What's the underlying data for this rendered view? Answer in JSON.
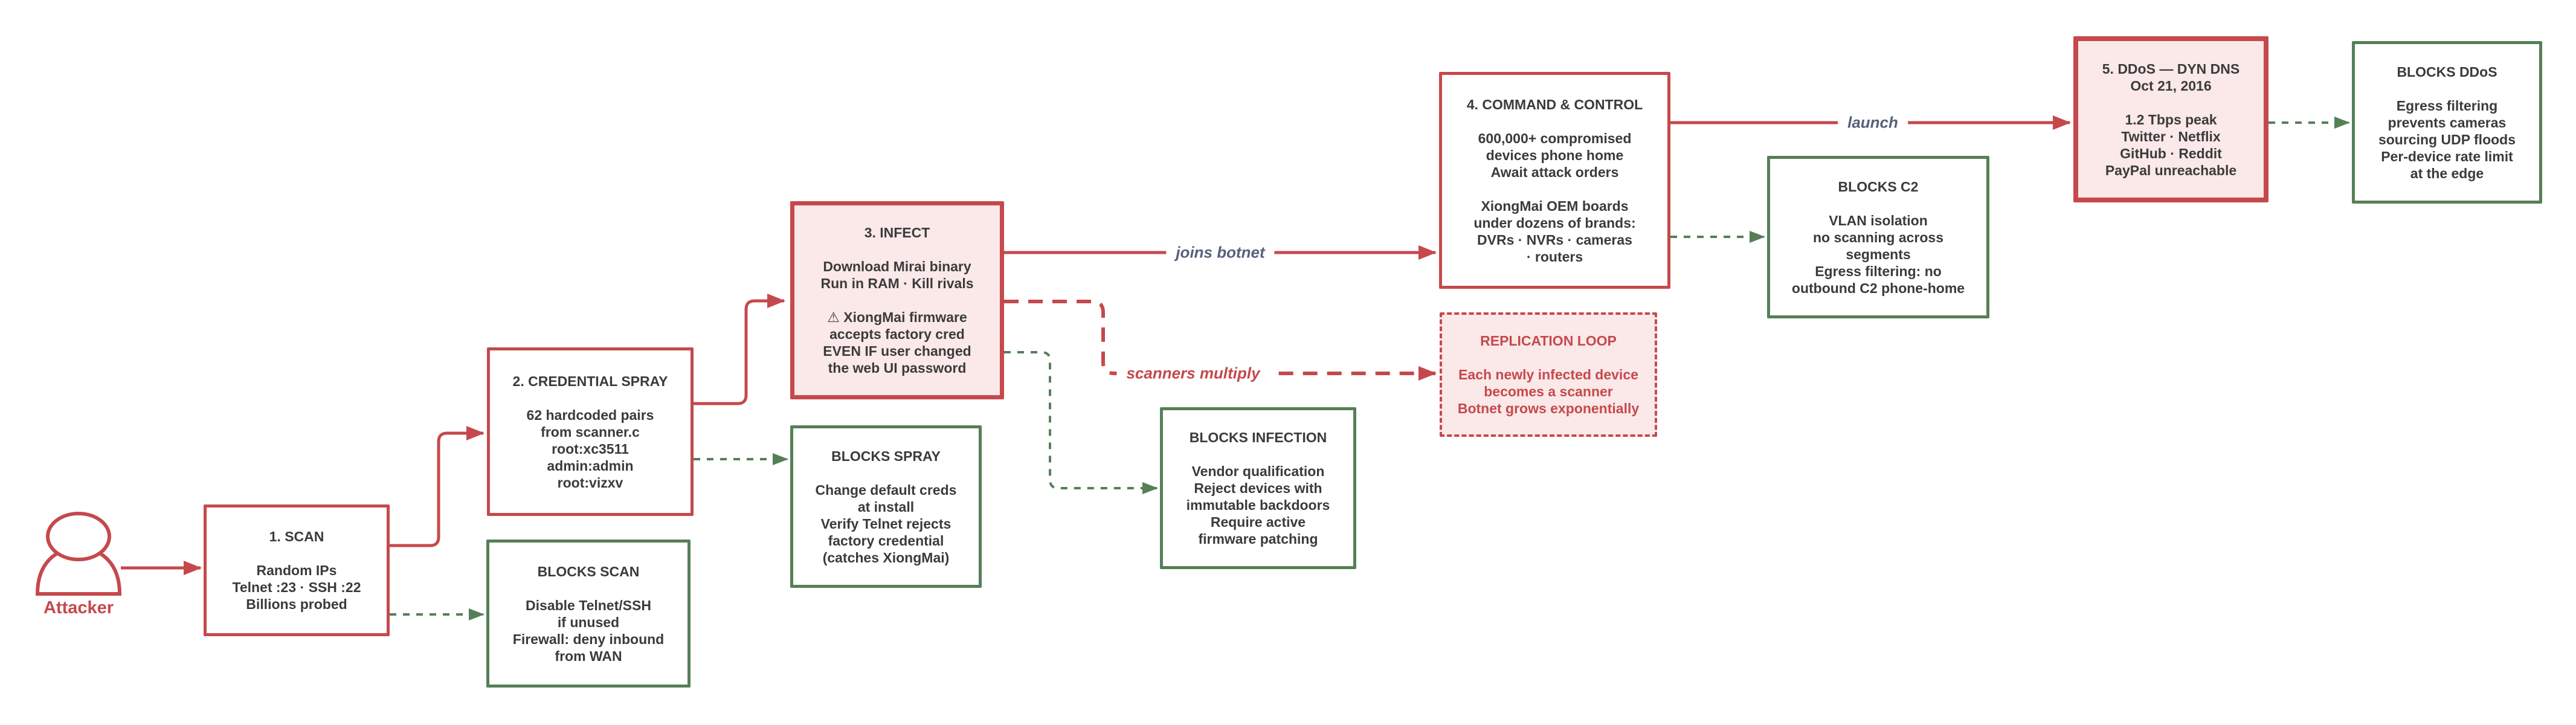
{
  "actor": {
    "label": "Attacker"
  },
  "nodes": {
    "scan": {
      "title": "1. SCAN",
      "body": "Random IPs\nTelnet :23 · SSH :22\nBillions probed"
    },
    "blocks_scan": {
      "title": "BLOCKS SCAN",
      "body": "Disable Telnet/SSH\nif unused\nFirewall: deny inbound\nfrom WAN"
    },
    "credential_spray": {
      "title": "2. CREDENTIAL SPRAY",
      "body": "62 hardcoded pairs\nfrom scanner.c\nroot:xc3511\nadmin:admin\nroot:vizxv"
    },
    "blocks_spray": {
      "title": "BLOCKS SPRAY",
      "body": "Change default creds\nat install\nVerify Telnet rejects\nfactory credential\n(catches XiongMai)"
    },
    "infect": {
      "title": "3. INFECT",
      "body": "Download Mirai binary\nRun in RAM · Kill rivals",
      "body2": "⚠ XiongMai firmware\naccepts factory cred\nEVEN IF user changed\nthe web UI password"
    },
    "blocks_infection": {
      "title": "BLOCKS INFECTION",
      "body": "Vendor qualification\nReject devices with\nimmutable backdoors\nRequire active\nfirmware patching"
    },
    "replication_loop": {
      "title": "REPLICATION LOOP",
      "body": "Each newly infected device\nbecomes a scanner\nBotnet grows exponentially"
    },
    "command_control": {
      "title": "4. COMMAND & CONTROL",
      "body": "600,000+ compromised\ndevices phone home\nAwait attack orders",
      "body2": "XiongMai OEM boards\nunder dozens of brands:\nDVRs · NVRs · cameras\n· routers"
    },
    "blocks_c2": {
      "title": "BLOCKS C2",
      "body": "VLAN isolation\nno scanning across\nsegments\nEgress filtering: no\noutbound C2 phone-home"
    },
    "ddos": {
      "title": "5. DDoS — DYN DNS\nOct 21, 2016",
      "body": "1.2 Tbps peak\nTwitter · Netflix\nGitHub · Reddit\nPayPal unreachable"
    },
    "blocks_ddos": {
      "title": "BLOCKS DDoS",
      "body": "Egress filtering\nprevents cameras\nsourcing UDP floods\nPer-device rate limit\nat the edge"
    }
  },
  "edge_labels": {
    "joins_botnet": "joins botnet",
    "scanners_multiply": "scanners multiply",
    "launch": "launch"
  },
  "colors": {
    "attack_red": "#c5494c",
    "block_green": "#567f57",
    "pink_fill": "#fbe8e8",
    "dark_text": "#3b3b3b",
    "edge_label_slate": "#57617a"
  }
}
